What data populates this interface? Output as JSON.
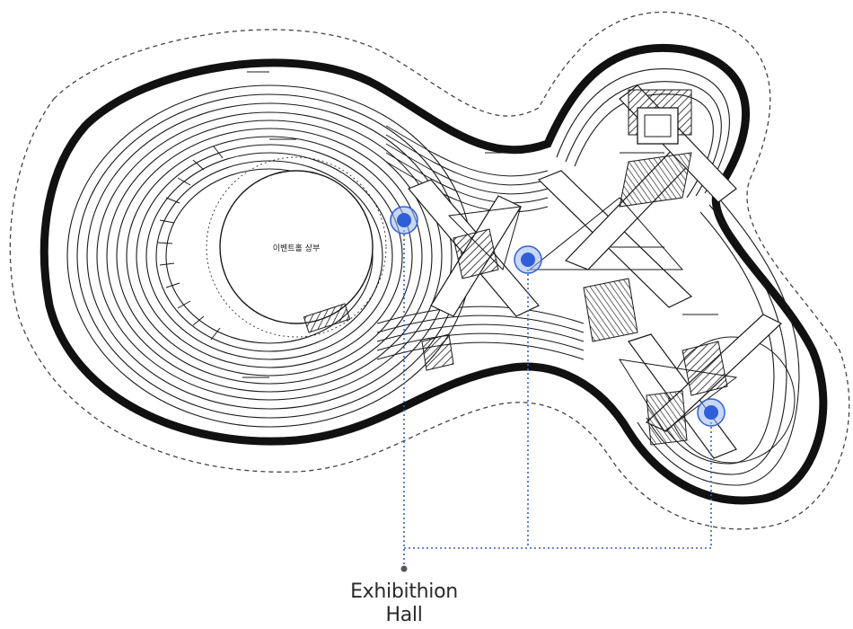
{
  "plan": {
    "center_room_label": "이벤트홀 상부",
    "line_color": "#1a1a1a",
    "marker_color": "#2f5fd8",
    "marker_ring_color": "#9db8f0",
    "leader_color": "#3a5ec8"
  },
  "label": {
    "line1": "Exhibithion",
    "line2": "Hall"
  }
}
